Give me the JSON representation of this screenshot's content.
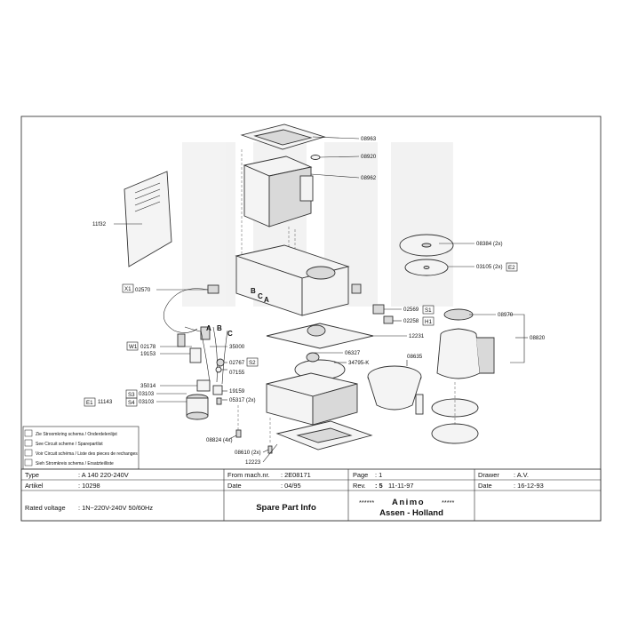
{
  "drawing": {
    "part_labels": [
      {
        "id": "p08963",
        "code": "08963"
      },
      {
        "id": "p08920",
        "code": "08920"
      },
      {
        "id": "p08962",
        "code": "08962"
      },
      {
        "id": "p11f32",
        "code": "11f32"
      },
      {
        "id": "p08384",
        "code": "08384 (2x)"
      },
      {
        "id": "p03105",
        "code": "03105 (2x)"
      },
      {
        "id": "p02570",
        "code": "02570"
      },
      {
        "id": "p02569",
        "code": "02569"
      },
      {
        "id": "p02258",
        "code": "02258"
      },
      {
        "id": "p08970",
        "code": "08970"
      },
      {
        "id": "p08820",
        "code": "08820"
      },
      {
        "id": "p12231",
        "code": "12231"
      },
      {
        "id": "p02178",
        "code": "02178"
      },
      {
        "id": "p35000",
        "code": "35000"
      },
      {
        "id": "p19153",
        "code": "19153"
      },
      {
        "id": "p06327",
        "code": "06327"
      },
      {
        "id": "p08635",
        "code": "08635"
      },
      {
        "id": "p02767",
        "code": "02767"
      },
      {
        "id": "p34795",
        "code": "34795-K"
      },
      {
        "id": "p07155",
        "code": "07155"
      },
      {
        "id": "p35014",
        "code": "35014"
      },
      {
        "id": "p03103a",
        "code": "03103"
      },
      {
        "id": "p11143",
        "code": "11143"
      },
      {
        "id": "p03103b",
        "code": "03103"
      },
      {
        "id": "p19159",
        "code": "19159"
      },
      {
        "id": "p05317",
        "code": "05317 (2x)"
      },
      {
        "id": "p08824",
        "code": "08824 (4x)"
      },
      {
        "id": "p08610",
        "code": "08610 (2x)"
      },
      {
        "id": "p12223",
        "code": "12223"
      }
    ],
    "boxed_refs": {
      "x1": "X1",
      "w1": "W1",
      "e1": "E1",
      "e2": "E2",
      "s1": "S1",
      "s2": "S2",
      "s3": "S3",
      "s4": "S4",
      "h1": "H1"
    },
    "hose_letters": {
      "a": "A",
      "b": "B",
      "c": "C",
      "a2": "A",
      "b2": "B",
      "c2": "C"
    },
    "legend": [
      "Zie Stroomkring schema / Onderdelenlijst",
      "See Circuit scheme / Sparepartlist",
      "Voir Circuit schéma / Liste des pieces de rechanges",
      "Sieh Stromkreis schema / Ersatzteilliste"
    ]
  },
  "titleblock": {
    "type_label": "Type",
    "type_value": ": A 140 220-240V",
    "artikel_label": "Artikel",
    "artikel_value": ": 10298",
    "from_label": "From mach.nr.",
    "from_value": ": 2E08171",
    "date_label": "Date",
    "date_value": ": 04/95",
    "page_label": "Page",
    "page_value": ": 1",
    "rev_label": "Rev.",
    "rev_num": ": 5",
    "rev_date": "11-11-97",
    "drawer_label": "Drawer",
    "drawer_value": ": A.V.",
    "date2_label": "Date",
    "date2_value": ": 16-12-93",
    "voltage_label": "Rated voltage",
    "voltage_value": ": 1N~220V-240V 50/60Hz",
    "sheet_title": "Spare Part Info",
    "company_line1_stars_left": "******",
    "company_name": "Animo",
    "company_line1_stars_right": "*****",
    "company_line2": "Assen - Holland"
  }
}
